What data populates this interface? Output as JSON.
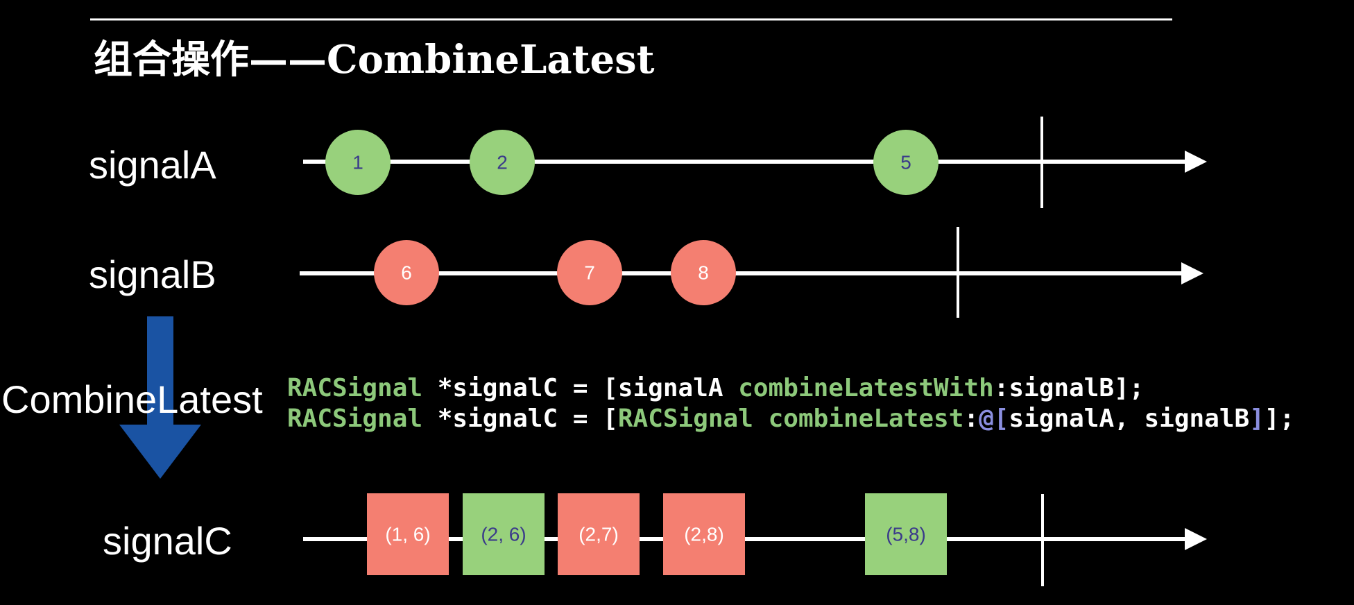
{
  "title": "组合操作——CombineLatest",
  "colors": {
    "background": "#000000",
    "line": "#ffffff",
    "green": "#98d17c",
    "red": "#f47f71",
    "arrow_blue": "#1a53a3",
    "code_type": "#8dc97b",
    "code_at": "#8b8fe0"
  },
  "operator_label": "CombineLatest",
  "signals": [
    {
      "name": "signalA",
      "events": [
        {
          "shape": "circle",
          "label": "1",
          "color": "green",
          "text_color": "#3a3a8a"
        },
        {
          "shape": "circle",
          "label": "2",
          "color": "green",
          "text_color": "#3a3a8a"
        },
        {
          "shape": "circle",
          "label": "5",
          "color": "green",
          "text_color": "#3a3a8a"
        }
      ]
    },
    {
      "name": "signalB",
      "events": [
        {
          "shape": "circle",
          "label": "6",
          "color": "red",
          "text_color": "#ffffff"
        },
        {
          "shape": "circle",
          "label": "7",
          "color": "red",
          "text_color": "#ffffff"
        },
        {
          "shape": "circle",
          "label": "8",
          "color": "red",
          "text_color": "#ffffff"
        }
      ]
    },
    {
      "name": "signalC",
      "events": [
        {
          "shape": "square",
          "label": "(1,  6)",
          "color": "red",
          "text_color": "#ffffff"
        },
        {
          "shape": "square",
          "label": "(2,  6)",
          "color": "green",
          "text_color": "#3a3a8a"
        },
        {
          "shape": "square",
          "label": "(2,7)",
          "color": "red",
          "text_color": "#ffffff"
        },
        {
          "shape": "square",
          "label": "(2,8)",
          "color": "red",
          "text_color": "#ffffff"
        },
        {
          "shape": "square",
          "label": "(5,8)",
          "color": "green",
          "text_color": "#3a3a8a"
        }
      ]
    }
  ],
  "code": [
    [
      {
        "t": "RACSignal",
        "k": "type"
      },
      {
        "t": " *signalC = [signalA ",
        "k": "plain"
      },
      {
        "t": "combineLatestWith",
        "k": "method"
      },
      {
        "t": ":signalB];",
        "k": "plain"
      }
    ],
    [
      {
        "t": "RACSignal",
        "k": "type"
      },
      {
        "t": " *signalC = [",
        "k": "plain"
      },
      {
        "t": "RACSignal",
        "k": "type"
      },
      {
        "t": " ",
        "k": "plain"
      },
      {
        "t": "combineLatest",
        "k": "method"
      },
      {
        "t": ":",
        "k": "plain"
      },
      {
        "t": "@[",
        "k": "at"
      },
      {
        "t": "signalA, signalB",
        "k": "plain"
      },
      {
        "t": "]",
        "k": "at"
      },
      {
        "t": "];",
        "k": "plain"
      }
    ]
  ]
}
